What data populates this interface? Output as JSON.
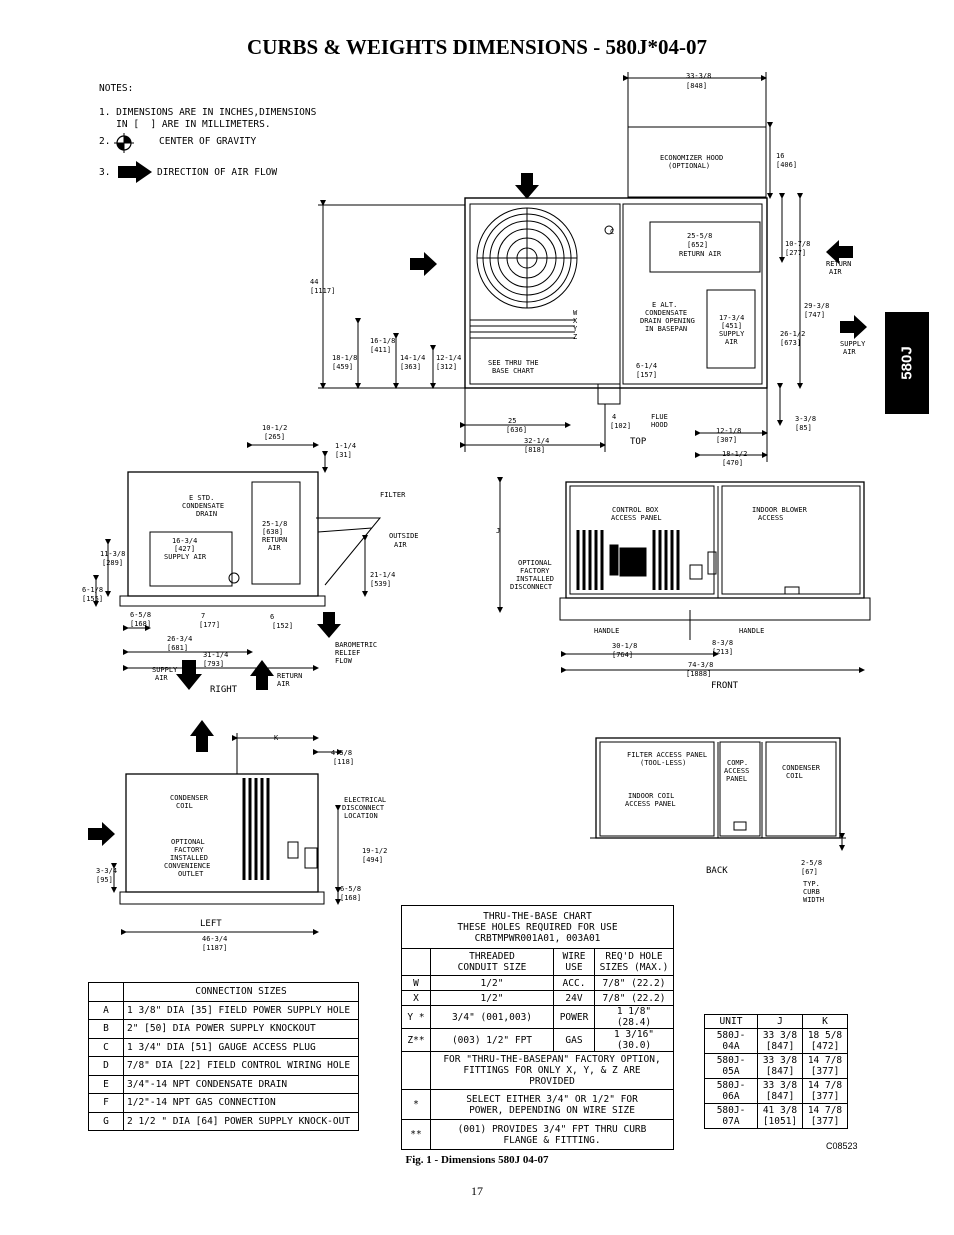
{
  "page": {
    "title": "CURBS & WEIGHTS DIMENSIONS - 580J*04-07",
    "side_tab": "580J",
    "figure_code": "C08523",
    "caption": "Fig. 1 - Dimensions 580J 04-07",
    "page_number": "17"
  },
  "notes": {
    "header": "NOTES:",
    "note1_line1": "1. DIMENSIONS ARE IN INCHES,DIMENSIONS",
    "note1_line2": "   IN [  ] ARE IN MILLIMETERS.",
    "note2_num": "2.",
    "note2_text": "CENTER OF GRAVITY",
    "note3_num": "3.",
    "note3_text": "DIRECTION OF AIR FLOW"
  },
  "top_view": {
    "dims": {
      "width_hood": "33-3/8",
      "width_hood_mm": "[848]",
      "hood_depth": "16",
      "hood_depth_mm": "[406]",
      "height": "44",
      "height_mm": "[1117]",
      "d16_1_8": "16-1/8",
      "d16_1_8_mm": "[411]",
      "d18_1_8": "18-1/8",
      "d18_1_8_mm": "[459]",
      "d14_1_4": "14-1/4",
      "d14_1_4_mm": "[363]",
      "d12_1_4": "12-1/4",
      "d12_1_4_mm": "[312]",
      "d25": "25",
      "d25_mm": "[636]",
      "d32_1_4": "32-1/4",
      "d32_1_4_mm": "[818]",
      "d4": "4",
      "d4_mm": "[102]",
      "d25_5_8": "25-5/8",
      "d25_5_8_mm": "[652]",
      "d17_3_4": "17-3/4",
      "d17_3_4_mm": "[451]",
      "d6_1_4": "6-1/4",
      "d6_1_4_mm": "[157]",
      "d10_7_8": "10-7/8",
      "d10_7_8_mm": "[277]",
      "d29_3_8": "29-3/8",
      "d29_3_8_mm": "[747]",
      "d26_1_2": "26-1/2",
      "d26_1_2_mm": "[673]",
      "d12_1_8": "12-1/8",
      "d12_1_8_mm": "[307]",
      "d3_3_8": "3-3/8",
      "d3_3_8_mm": "[85]",
      "d18_1_2": "18-1/2",
      "d18_1_2_mm": "[470]"
    },
    "labels": {
      "hood1": "ECONOMIZER HOOD",
      "hood2": "(OPTIONAL)",
      "return1": "RETURN",
      "return2": "AIR",
      "return_air": "RETURN AIR",
      "supply1": "SUPPLY",
      "supply2": "AIR",
      "supply_box1": "SUPPLY",
      "supply_box2": "AIR",
      "cond1": "E ALT.",
      "cond2": "CONDENSATE",
      "cond3": "DRAIN OPENING",
      "cond4": "IN BASEPAN",
      "thru1": "SEE THRU THE",
      "thru2": "BASE CHART",
      "flue1": "FLUE",
      "flue2": "HOOD",
      "c": "C",
      "w": "W",
      "x": "X",
      "y": "Y",
      "z": "Z",
      "view": "TOP"
    }
  },
  "right_view": {
    "dims": {
      "d10_1_2": "10-1/2",
      "d10_1_2_mm": "[265]",
      "d1_1_4": "1-1/4",
      "d1_1_4_mm": "[31]",
      "d25_1_8": "25-1/8",
      "d25_1_8_mm": "[638]",
      "d16_3_4": "16-3/4",
      "d16_3_4_mm": "[427]",
      "d11_3_8": "11-3/8",
      "d11_3_8_mm": "[289]",
      "d6_1_8": "6-1/8",
      "d6_1_8_mm": "[155]",
      "d6_5_8": "6-5/8",
      "d6_5_8_mm": "[168]",
      "d7": "7",
      "d7_mm": "[177]",
      "d6": "6",
      "d6_mm": "[152]",
      "d21_1_4": "21-1/4",
      "d21_1_4_mm": "[539]",
      "d26_3_4": "26-3/4",
      "d26_3_4_mm": "[681]",
      "d31_1_4": "31-1/4",
      "d31_1_4_mm": "[793]"
    },
    "labels": {
      "std1": "E STD.",
      "std2": "CONDENSATE",
      "std3": "DRAIN",
      "supply": "SUPPLY AIR",
      "ret1": "RETURN",
      "ret2": "AIR",
      "filter": "FILTER",
      "outside1": "OUTSIDE",
      "outside2": "AIR",
      "baro1": "BAROMETRIC",
      "baro2": "RELIEF",
      "baro3": "FLOW",
      "supply_arrow1": "SUPPLY",
      "supply_arrow2": "AIR",
      "return_arrow1": "RETURN",
      "return_arrow2": "AIR",
      "view": "RIGHT"
    }
  },
  "front_view": {
    "dims": {
      "j": "J",
      "d30_1_8": "30-1/8",
      "d30_1_8_mm": "[764]",
      "d8_3_8": "8-3/8",
      "d8_3_8_mm": "[213]",
      "d74_3_8": "74-3/8",
      "d74_3_8_mm": "[1888]"
    },
    "labels": {
      "cb1": "CONTROL BOX",
      "cb2": "ACCESS PANEL",
      "ib1": "INDOOR BLOWER",
      "ib2": "ACCESS",
      "opt1": "OPTIONAL",
      "opt2": "FACTORY",
      "opt3": "INSTALLED",
      "opt4": "DISCONNECT",
      "handle1": "HANDLE",
      "handle2": "HANDLE",
      "view": "FRONT"
    }
  },
  "left_view": {
    "dims": {
      "k": "K",
      "d4_5_8": "4-5/8",
      "d4_5_8_mm": "[118]",
      "d19_1_2": "19-1/2",
      "d19_1_2_mm": "[494]",
      "d3_3_4": "3-3/4",
      "d3_3_4_mm": "[95]",
      "d6_5_8": "6-5/8",
      "d6_5_8_mm": "[168]",
      "d46_3_4": "46-3/4",
      "d46_3_4_mm": "[1187]"
    },
    "labels": {
      "cc1": "CONDENSER",
      "cc2": "COIL",
      "el1": "ELECTRICAL",
      "el2": "DISCONNECT",
      "el3": "LOCATION",
      "co1": "OPTIONAL",
      "co2": "FACTORY",
      "co3": "INSTALLED",
      "co4": "CONVENIENCE",
      "co5": "OUTLET",
      "view": "LEFT"
    }
  },
  "back_view": {
    "dims": {
      "d2_5_8": "2-5/8",
      "d2_5_8_mm": "[67]"
    },
    "labels": {
      "fa1": "FILTER ACCESS PANEL",
      "fa2": "(TOOL-LESS)",
      "ca1": "COMP.",
      "ca2": "ACCESS",
      "ca3": "PANEL",
      "cc1": "CONDENSER",
      "cc2": "COIL",
      "ic1": "INDOOR COIL",
      "ic2": "ACCESS PANEL",
      "curb1": "TYP.",
      "curb2": "CURB",
      "curb3": "WIDTH",
      "view": "BACK"
    }
  },
  "connection_sizes": {
    "header": "CONNECTION SIZES",
    "rows": [
      {
        "key": "A",
        "value": "1 3/8\" DIA [35] FIELD POWER SUPPLY HOLE"
      },
      {
        "key": "B",
        "value": "2\" [50] DIA POWER SUPPLY KNOCKOUT"
      },
      {
        "key": "C",
        "value": "1 3/4\" DIA [51] GAUGE ACCESS PLUG"
      },
      {
        "key": "D",
        "value": "7/8\" DIA [22] FIELD CONTROL WIRING HOLE"
      },
      {
        "key": "E",
        "value": "3/4\"-14 NPT CONDENSATE DRAIN"
      },
      {
        "key": "F",
        "value": "1/2\"-14 NPT GAS CONNECTION"
      },
      {
        "key": "G",
        "value": "2 1/2 \" DIA [64] POWER SUPPLY KNOCK-OUT"
      }
    ]
  },
  "thru_base": {
    "title1": "THRU-THE-BASE CHART",
    "title2": "THESE HOLES REQUIRED FOR USE",
    "title3": "CRBTMPWR001A01, 003A01",
    "col_conduit1": "THREADED",
    "col_conduit2": "CONDUIT SIZE",
    "col_wire1": "WIRE",
    "col_wire2": "USE",
    "col_hole1": "REQ'D HOLE",
    "col_hole2": "SIZES (MAX.)",
    "rows": [
      {
        "key": "W",
        "conduit": "1/2\"",
        "wire": "ACC.",
        "hole": "7/8\" (22.2)"
      },
      {
        "key": "X",
        "conduit": "1/2\"",
        "wire": "24V",
        "hole": "7/8\" (22.2)"
      },
      {
        "key": "Y *",
        "conduit": "3/4\" (001,003)",
        "wire": "POWER",
        "hole": "1 1/8\" (28.4)"
      },
      {
        "key": "Z**",
        "conduit": "(003) 1/2\" FPT",
        "wire": "GAS",
        "hole": "1 3/16\" (30.0)"
      }
    ],
    "note_main": "FOR \"THRU-THE-BASEPAN\" FACTORY OPTION, FITTINGS FOR ONLY X, Y, & Z ARE PROVIDED",
    "star_key": "*",
    "star_text": "SELECT EITHER 3/4\" OR 1/2\" FOR POWER, DEPENDING ON WIRE SIZE",
    "dstar_key": "**",
    "dstar_text": "(001) PROVIDES 3/4\" FPT THRU CURB FLANGE & FITTING."
  },
  "unit_jk": {
    "col_unit": "UNIT",
    "col_j": "J",
    "col_k": "K",
    "rows": [
      {
        "unit": "580J-04A",
        "j": "33 3/8",
        "j_mm": "[847]",
        "k": "18 5/8",
        "k_mm": "[472]"
      },
      {
        "unit": "580J-05A",
        "j": "33 3/8",
        "j_mm": "[847]",
        "k": "14 7/8",
        "k_mm": "[377]"
      },
      {
        "unit": "580J-06A",
        "j": "33 3/8",
        "j_mm": "[847]",
        "k": "14 7/8",
        "k_mm": "[377]"
      },
      {
        "unit": "580J-07A",
        "j": "41 3/8",
        "j_mm": "[1051]",
        "k": "14 7/8",
        "k_mm": "[377]"
      }
    ]
  },
  "icons": {
    "cg": "center-of-gravity-icon",
    "airflow": "airflow-arrow-icon"
  }
}
